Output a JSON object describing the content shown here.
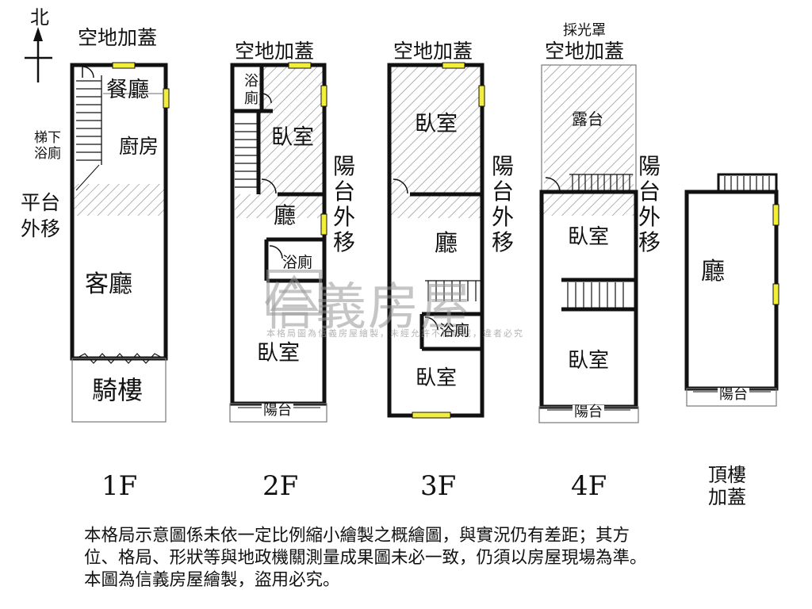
{
  "compass": {
    "north": "北"
  },
  "watermark": {
    "brand": "信義房屋",
    "notice": "本格局圖為信義房屋繪製，未經允許不得轉載，違者必究"
  },
  "colors": {
    "wall": "#111111",
    "window": "#f2ee3a",
    "hatch": "#888888"
  },
  "floors": {
    "f1": {
      "name": "1F",
      "extension_top": "空地加蓋",
      "dining": "餐廳",
      "kitchen": "廚房",
      "under_stair_bath": [
        "梯下",
        "浴廁"
      ],
      "platform_moved": [
        "平台",
        "外移"
      ],
      "living": "客廳",
      "arcade": "騎樓"
    },
    "f2": {
      "name": "2F",
      "extension_top": "空地加蓋",
      "bath_top": [
        "浴",
        "廁"
      ],
      "bedroom_top": "臥室",
      "hall": "廳",
      "bath": "浴廁",
      "bedroom": "臥室",
      "balcony": "陽台",
      "balcony_moved": [
        "陽",
        "台",
        "外",
        "移"
      ]
    },
    "f3": {
      "name": "3F",
      "extension_top": "空地加蓋",
      "bedroom_top": "臥室",
      "hall": "廳",
      "bath": "浴廁",
      "bedroom": "臥室",
      "balcony_moved": [
        "陽",
        "台",
        "外",
        "移"
      ]
    },
    "f4": {
      "name": "4F",
      "skylight": "採光罩",
      "extension_top": "空地加蓋",
      "terrace": "露台",
      "bedroom_top": "臥室",
      "bedroom": "臥室",
      "balcony": "陽台",
      "balcony_moved": [
        "陽",
        "台",
        "外",
        "移"
      ]
    },
    "roof": {
      "name": [
        "頂樓",
        "加蓋"
      ],
      "hall": "廳",
      "balcony": "陽台"
    }
  },
  "disclaimer": [
    "本格局示意圖係未依一定比例縮小繪製之概繪圖，與實況仍有差距；其方",
    "位、格局、形狀等與地政機關測量成果圖未必一致，仍須以房屋現場為準。",
    "本圖為信義房屋繪製，盜用必究。"
  ]
}
